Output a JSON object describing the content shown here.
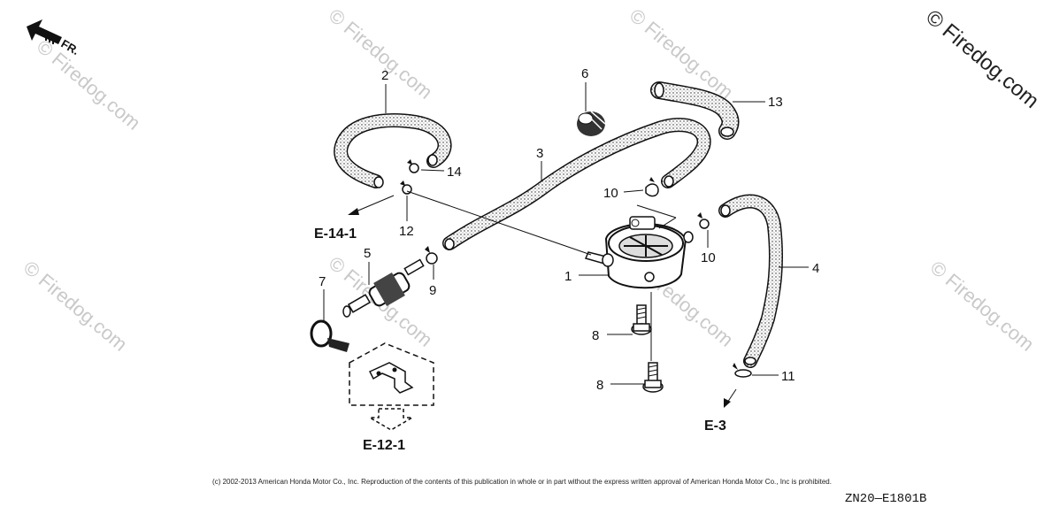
{
  "watermark": {
    "text": "© Firedog.com"
  },
  "front_indicator": "FR.",
  "callouts": {
    "p1": "1",
    "p2": "2",
    "p3": "3",
    "p4": "4",
    "p5": "5",
    "p6": "6",
    "p7": "7",
    "p8a": "8",
    "p8b": "8",
    "p9": "9",
    "p10a": "10",
    "p10b": "10",
    "p11": "11",
    "p12": "12",
    "p13": "13",
    "p14": "14"
  },
  "references": {
    "e14_1": "E-14-1",
    "e12_1": "E-12-1",
    "e3": "E-3"
  },
  "footer": {
    "copyright": "(c) 2002-2013 American Honda Motor Co., Inc. Reproduction of the contents of this publication in whole or in part without the express written approval of American Honda Motor Co., Inc is prohibited.",
    "diagram_code": "ZN20—E1801B"
  }
}
